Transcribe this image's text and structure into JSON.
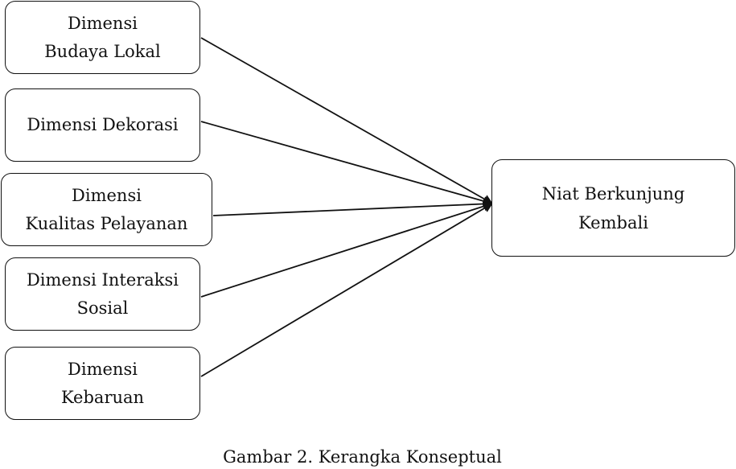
{
  "diagram": {
    "sources": [
      {
        "id": "budaya",
        "lines": [
          "Dimensi",
          "Budaya Lokal"
        ]
      },
      {
        "id": "dekorasi",
        "lines": [
          "Dimensi Dekorasi"
        ]
      },
      {
        "id": "kualitas",
        "lines": [
          "Dimensi",
          "Kualitas Pelayanan"
        ]
      },
      {
        "id": "interaksi",
        "lines": [
          "Dimensi Interaksi",
          "Sosial"
        ]
      },
      {
        "id": "kebaruan",
        "lines": [
          "Dimensi",
          "Kebaruan"
        ]
      }
    ],
    "target": {
      "id": "niat",
      "lines": [
        "Niat Berkunjung",
        "Kembali"
      ]
    },
    "caption": "Gambar 2. Kerangka Konseptual",
    "line_color": "#111111"
  }
}
